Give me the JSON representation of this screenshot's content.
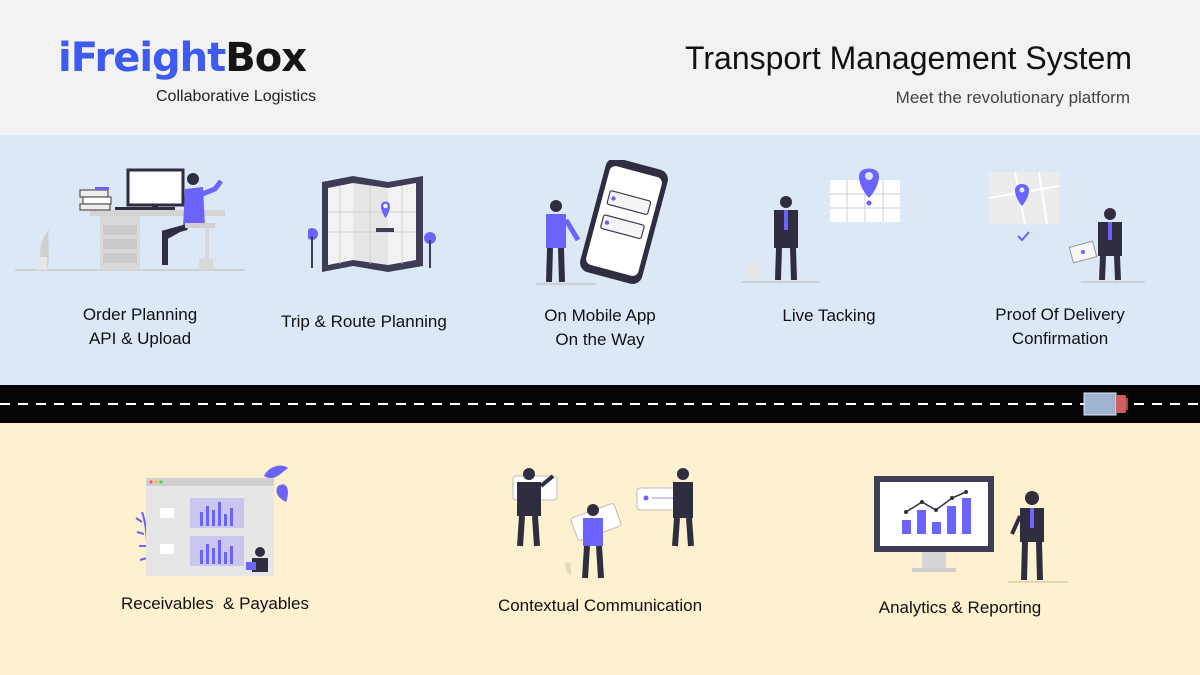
{
  "header": {
    "logo_part1": "iFreight",
    "logo_part2": "Box",
    "tagline": "Collaborative Logistics",
    "title": "Transport Management System",
    "subtitle": "Meet the revolutionary platform"
  },
  "features_top": [
    {
      "line1": "Order Planning",
      "line2": "API & Upload",
      "illustration": "person-at-desk-computer"
    },
    {
      "line1": "Trip & Route Planning",
      "line2": "",
      "illustration": "folded-map-with-pin"
    },
    {
      "line1": "On Mobile App",
      "line2": "On the Way",
      "illustration": "person-with-mobile-phone"
    },
    {
      "line1": "Live Tacking",
      "line2": "",
      "illustration": "person-with-map-pin"
    },
    {
      "line1": "Proof Of Delivery",
      "line2": "Confirmation",
      "illustration": "person-with-delivery-map"
    }
  ],
  "features_bottom": [
    {
      "line1": "Receivables  & Payables",
      "illustration": "dashboard-window-charts"
    },
    {
      "line1": "Contextual Communication",
      "illustration": "people-with-speech-cards"
    },
    {
      "line1": "Analytics & Reporting",
      "illustration": "monitor-bar-chart-person"
    }
  ],
  "colors": {
    "accent": "#6c63ff",
    "logo_blue": "#3d5af1",
    "top_band": "#dde8f7",
    "bottom_band": "#fef1cf",
    "road": "#050505"
  }
}
